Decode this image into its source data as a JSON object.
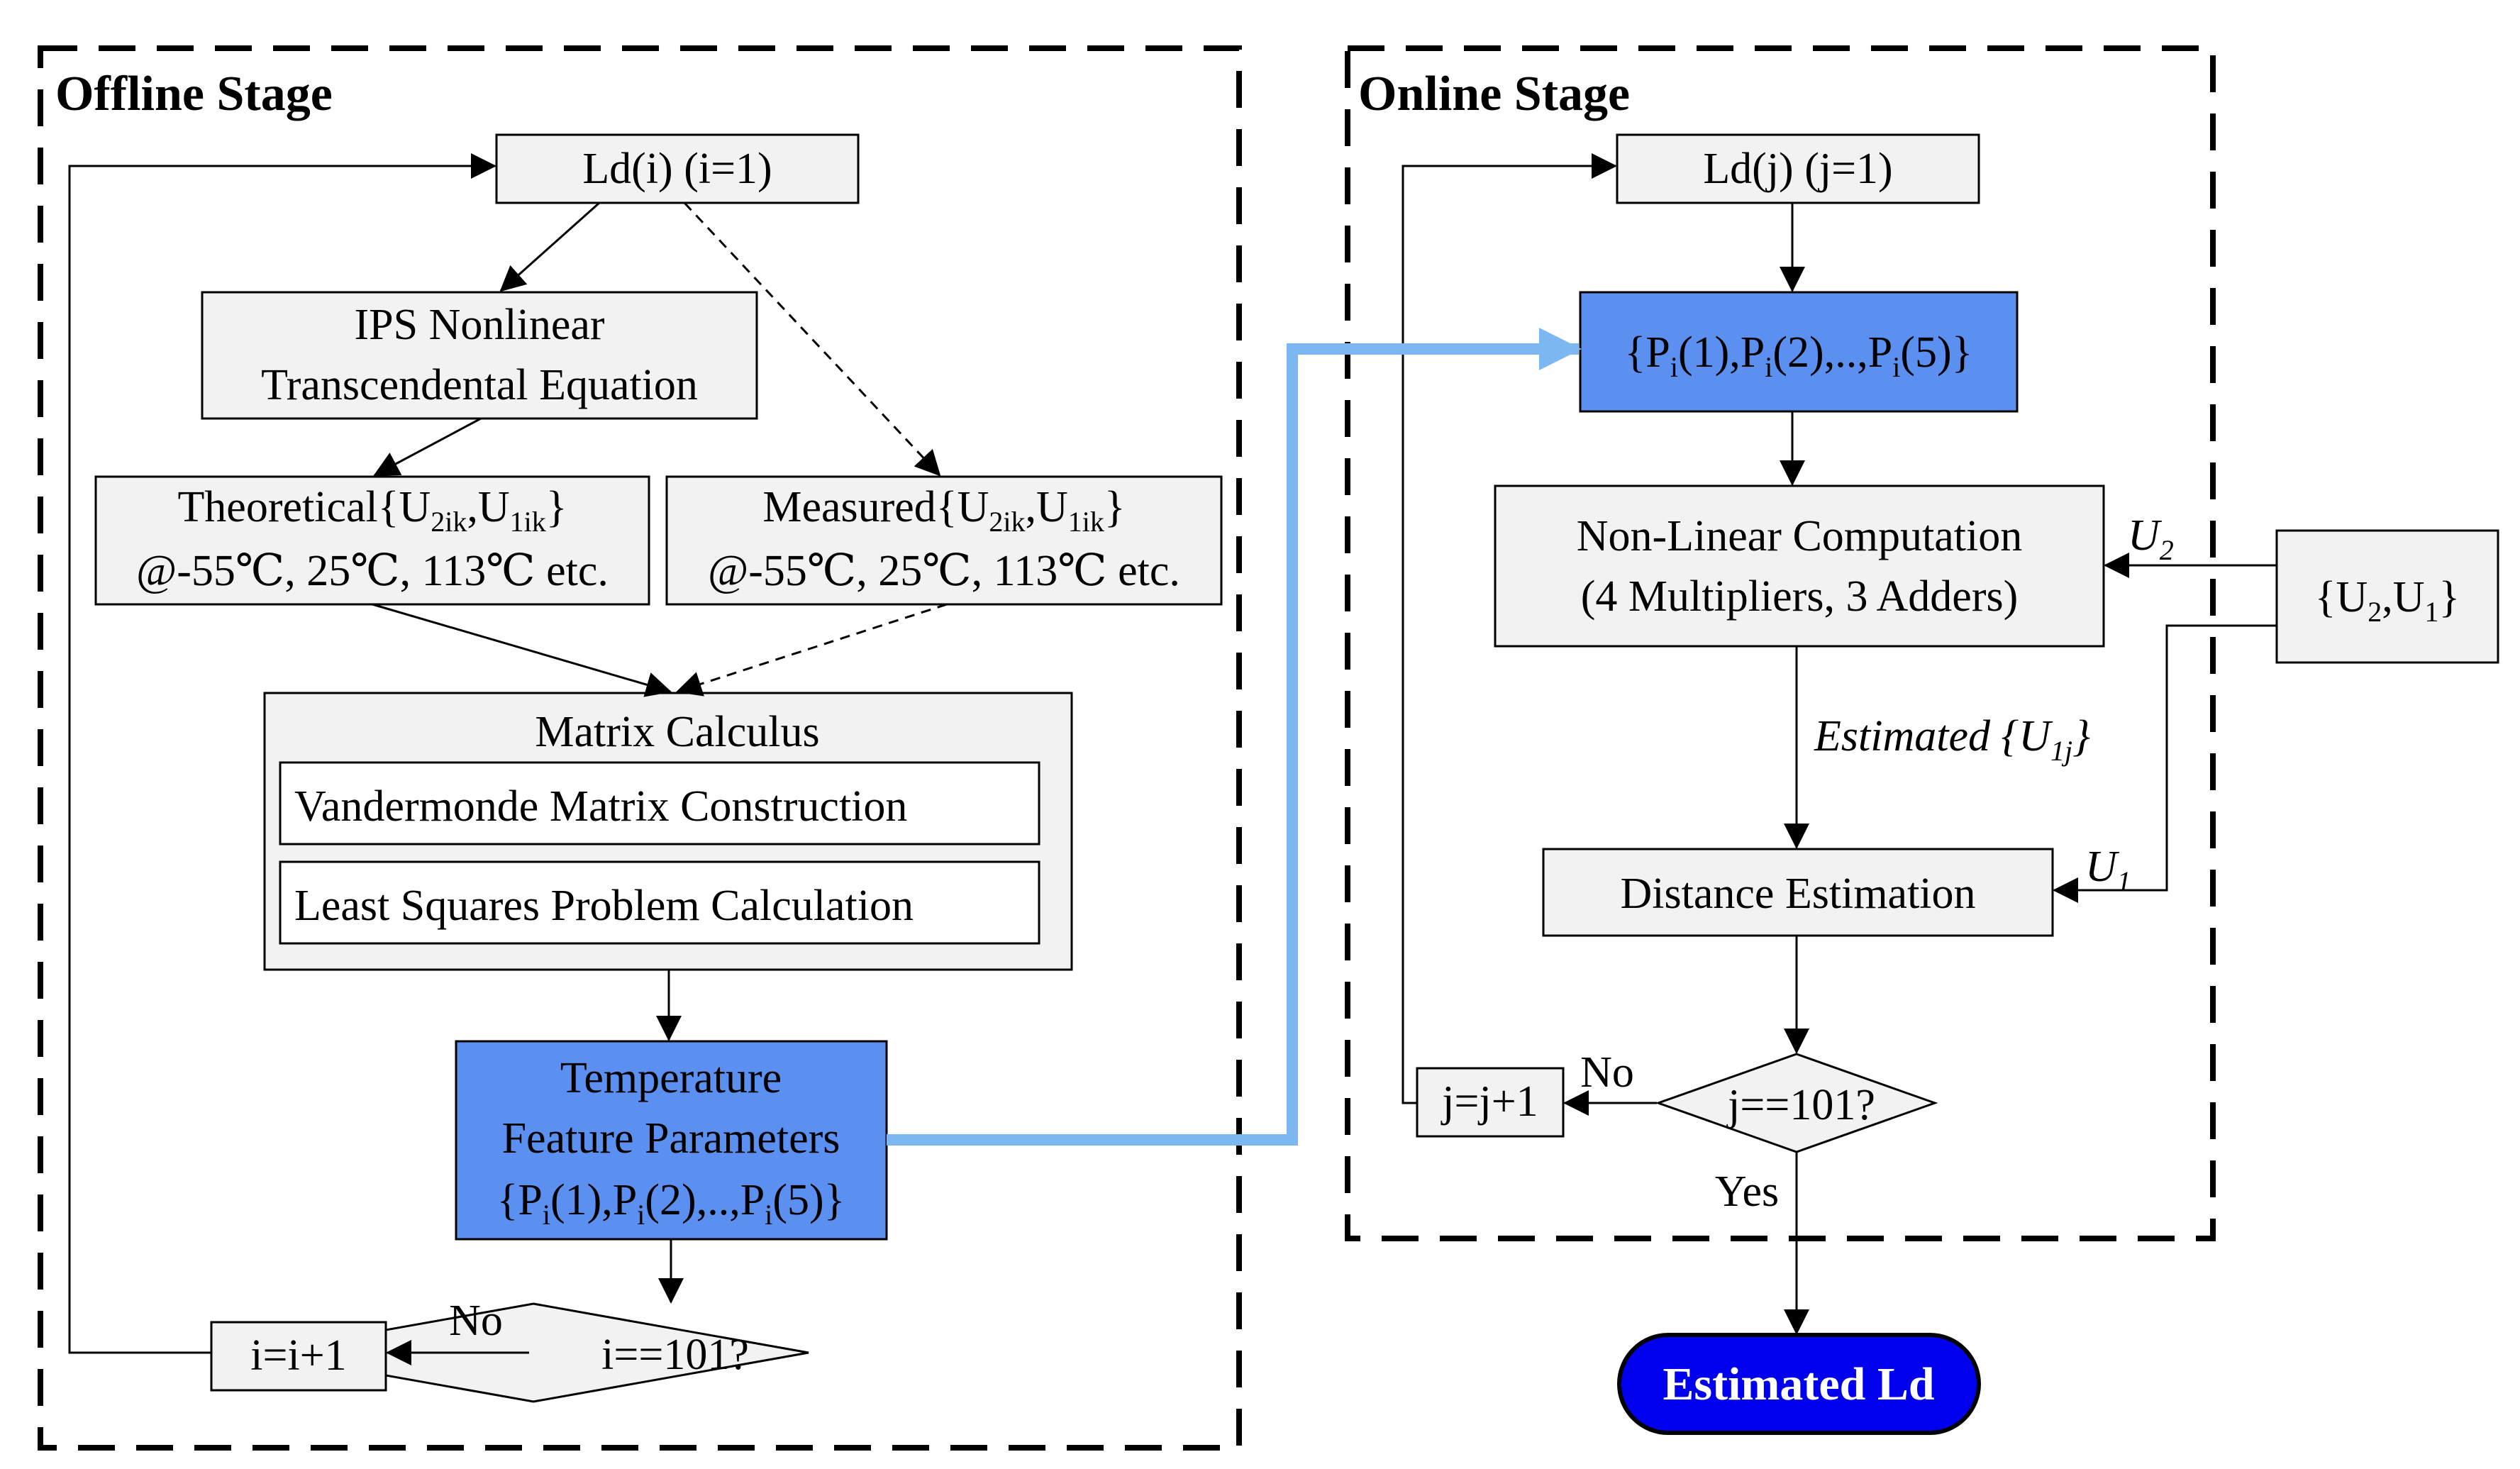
{
  "offline": {
    "title": "Offline Stage",
    "ld_init": "Ld(i) (i=1)",
    "ips_line1": "IPS Nonlinear",
    "ips_line2": "Transcendental Equation",
    "theoretical_label": "Theoretical",
    "measured_label": "Measured",
    "set_open": "{U",
    "sub_2ik": "2ik",
    "comma_u": ",U",
    "sub_1ik": "1ik",
    "set_close": "}",
    "temps": "@-55℃, 25℃, 113℃ etc.",
    "matrix_title": "Matrix Calculus",
    "vandermonde": "Vandermonde Matrix Construction",
    "least_squares": "Least Squares Problem Calculation",
    "temp_line1": "Temperature",
    "temp_line2": "Feature Parameters",
    "loop_decision": "i==101?",
    "increment": "i=i+1",
    "no_label": "No"
  },
  "params": {
    "open": "{P",
    "sub": "i",
    "p1": "(1),P",
    "p2": "(2),..,P",
    "p5": "(5)}"
  },
  "online": {
    "title": "Online Stage",
    "ld_init": "Ld(j) (j=1)",
    "nonlinear_line1": "Non-Linear Computation",
    "nonlinear_line2": "(4 Multipliers, 3 Adders)",
    "inputs_open": "{U",
    "inputs_sub2": "2",
    "inputs_mid": ",U",
    "inputs_sub1": "1",
    "inputs_close": "}",
    "u2_label": "U",
    "u2_sub": "2",
    "u1_label": "U",
    "u1_sub": "1",
    "estimated_label": "Estimated {U",
    "estimated_sub": "1j",
    "estimated_close": "}",
    "distance": "Distance Estimation",
    "loop_decision": "j==101?",
    "increment": "j=j+1",
    "no_label": "No",
    "yes_label": "Yes"
  },
  "output": {
    "terminal": "Estimated Ld",
    "terminal_color": "#0000ee"
  },
  "colors": {
    "box_fill": "#f2f2f2",
    "highlight_fill": "#5b8ff0",
    "connector": "#7db7f2"
  }
}
